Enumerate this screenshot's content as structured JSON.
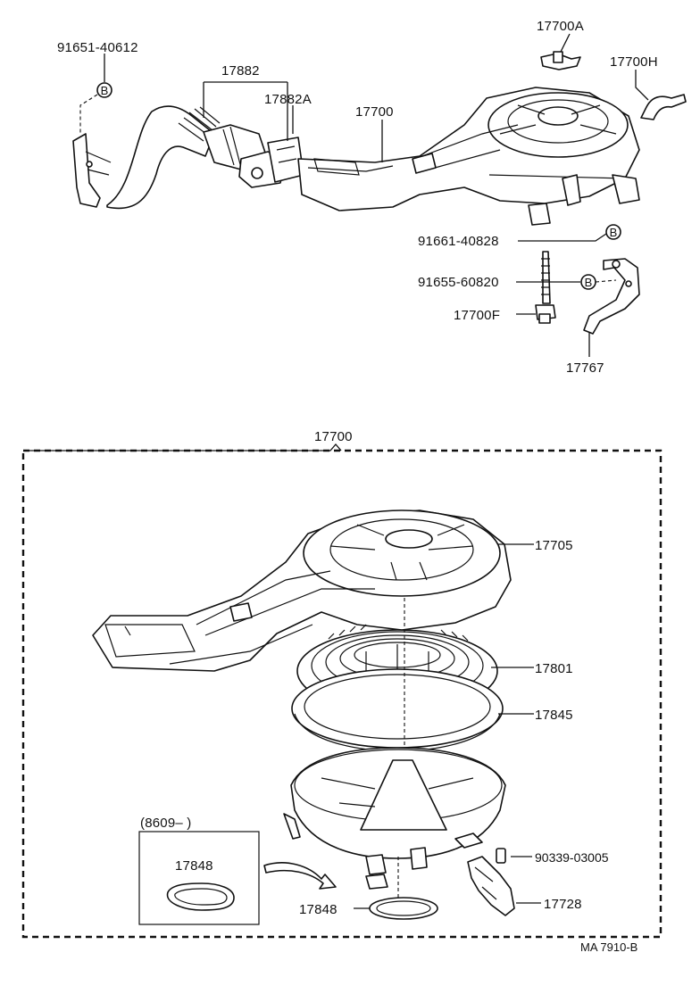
{
  "diagram": {
    "reference_code": "MA 7910-B",
    "upper_assembly": {
      "labels": {
        "bolt_top_left": "91651-40612",
        "hose": "17882",
        "hose_clamp": "17882A",
        "cleaner_assy": "17700",
        "wing_nut": "17700A",
        "hose_small": "17700H",
        "bolt_right": "91661-40828",
        "stud_bolt": "91655-60820",
        "nut": "17700F",
        "bracket": "17767"
      },
      "bolt_marker": "B"
    },
    "lower_assembly": {
      "title": "17700",
      "labels": {
        "cap": "17705",
        "element": "17801",
        "gasket_upper": "17845",
        "pin": "90339-03005",
        "valve": "17728",
        "gasket_lower": "17848"
      },
      "inset": {
        "date_range": "(8609–        )",
        "part": "17848"
      }
    }
  }
}
